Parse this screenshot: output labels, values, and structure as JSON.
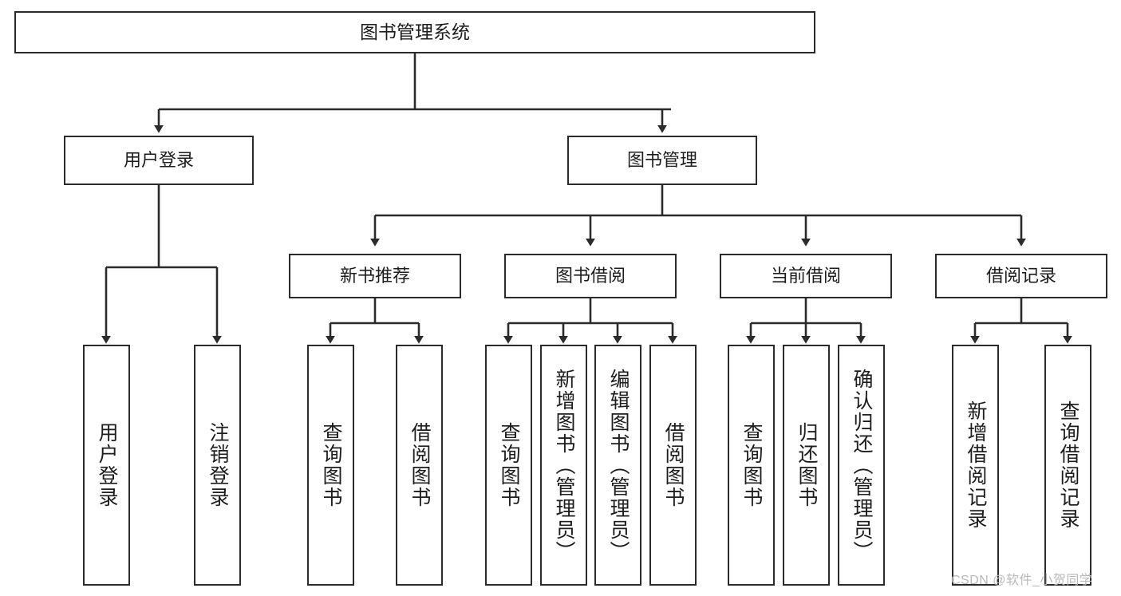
{
  "diagram": {
    "type": "tree-hierarchy",
    "title": "图书管理系统",
    "root": {
      "label": "图书管理系统"
    },
    "level2": [
      {
        "label": "用户登录"
      },
      {
        "label": "图书管理"
      }
    ],
    "level3": [
      {
        "label": "新书推荐"
      },
      {
        "label": "图书借阅"
      },
      {
        "label": "当前借阅"
      },
      {
        "label": "借阅记录"
      }
    ],
    "leaves": {
      "user_login": [
        "用户登录",
        "注销登录"
      ],
      "new_book_recommend": [
        "查询图书",
        "借阅图书"
      ],
      "book_borrow": [
        "查询图书",
        "新增图书（管理员）",
        "编辑图书（管理员）",
        "借阅图书"
      ],
      "current_borrow": [
        "查询图书",
        "归还图书",
        "确认归还（管理员）"
      ],
      "borrow_record": [
        "新增借阅记录",
        "查询借阅记录"
      ]
    }
  },
  "watermark": {
    "text": "CSDN @软件_小贺同学"
  },
  "colors": {
    "stroke": "#2b2b2b",
    "box_fill": "#ffffff",
    "text": "#1d1d1d",
    "watermark": "#b9b9b9",
    "background": "#ffffff"
  }
}
